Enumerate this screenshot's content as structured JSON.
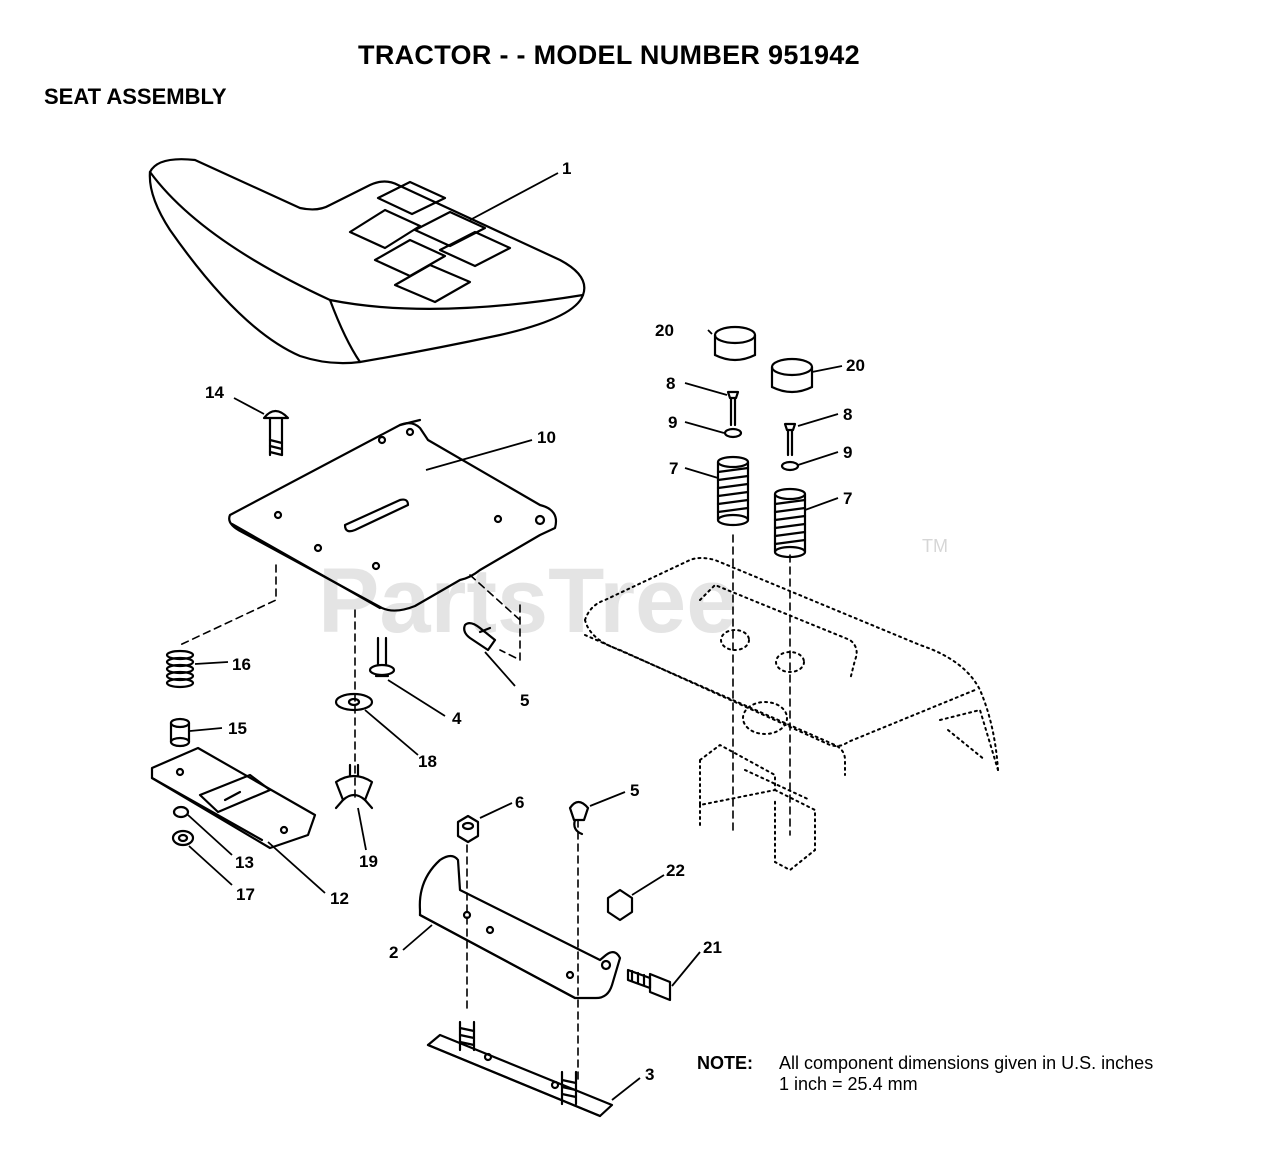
{
  "header": {
    "title": "TRACTOR - - MODEL NUMBER 951942",
    "subtitle": "SEAT ASSEMBLY"
  },
  "watermark": {
    "text": "PartsTree",
    "trademark": "TM"
  },
  "callouts": {
    "c1": "1",
    "c2": "2",
    "c3": "3",
    "c4": "4",
    "c5a": "5",
    "c5b": "5",
    "c6": "6",
    "c7a": "7",
    "c7b": "7",
    "c8a": "8",
    "c8b": "8",
    "c9a": "9",
    "c9b": "9",
    "c10": "10",
    "c12": "12",
    "c13": "13",
    "c14": "14",
    "c15": "15",
    "c16": "16",
    "c17": "17",
    "c18": "18",
    "c19": "19",
    "c20a": "20",
    "c20b": "20",
    "c21": "21",
    "c22": "22"
  },
  "note": {
    "label": "NOTE:",
    "line1": "All component dimensions given in U.S. inches",
    "line2": "1 inch = 25.4 mm"
  }
}
